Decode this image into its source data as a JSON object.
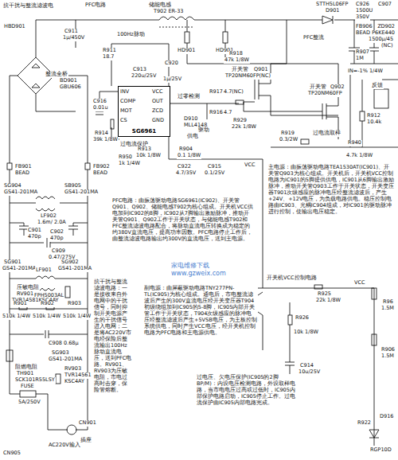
{
  "diagram": {
    "nodes": [
      {
        "text": [
          "SG6961"
        ]
      }
    ],
    "labels": [
      "抗干扰与整流滤波电",
      "PFC电路",
      "储能电感",
      "T902  ER-33",
      "STTH5L06FP",
      "D901",
      "C926",
      "1500U",
      "350V",
      "FB906",
      "BEAD",
      "C907",
      "1500μ/45",
      "ZD902",
      "P6KE440",
      "(NC)",
      "R907",
      "1M",
      "IN=-1%  1/4W",
      "C911",
      "1μ/450V",
      "HBD901",
      "100Hz脉动",
      "HD901",
      "HD901",
      "PFC整流",
      "整流全桥",
      "BD901",
      "GBU606",
      "R911",
      "18.7",
      "R918",
      "47k 1/8W",
      "开关管",
      "Q901",
      "TP20NM60FP(NC)",
      "C913",
      "220u/25V",
      "C920",
      "1μ/25V",
      "INV",
      "COMP",
      "MOT",
      "CS",
      "VCC",
      "OUT",
      "ZCD",
      "GND",
      "过零检测",
      "R917",
      "4.7(NC)",
      "R916",
      "4.7",
      "D910",
      "MLL4148",
      "开关管",
      "Q902",
      "TP20NM60FP",
      "C916",
      "0.01u",
      "驱动",
      "R929",
      "22k 1/8W",
      "R919",
      "0.3/2W",
      "过电流取样",
      "反馈",
      "R912",
      "10.4k",
      "R914",
      "39k 1/8W",
      "过电流保护",
      "供电",
      "R913",
      "10k 1/8W",
      "R950",
      "1k 1/4W",
      "R904",
      "0.1 1/8W",
      "C922",
      "4.7/35V",
      "C915",
      "0.1/25V",
      "VCC",
      "R940",
      "4.7k 1/8W",
      "FB901",
      "BEAD",
      "FB902",
      "BEAD",
      "SG904",
      "GS41-201MA",
      "SB905",
      "GS41-201MA",
      "LF902",
      "1.6m/ 2.0A",
      "C901",
      "470p",
      "C902",
      "470p",
      "C909",
      "0.47/275V",
      "SG901",
      "GS41-201MA",
      "SG902",
      "GS41-201MA",
      "LF901",
      "FPH5003AL",
      "压敏电阻",
      "RV901",
      "TVR14581KSC4AY",
      "R901",
      "R902",
      "R903",
      "510k 1/4W",
      "510k 1/4W",
      "510k 1/4W",
      "C908 0.68μ",
      "SG903",
      "GS41-201MA",
      "阻燃电阻",
      "TH901",
      "SCK101R55LSY",
      "RV903",
      "TVR14561",
      "KSC4AY",
      "FUSE",
      "5A/250V",
      "CN905",
      "AC220V输入",
      "CN901",
      "插座",
      "抗干扰与整流滤波电路：一是接收来自外电网中的干扰信号，同时抑制开关电源产生的干扰信号进入电网；二是将AC220V市电经保险后整流输出100Hz脉动直流电压，送到PFC电路。RV901、RV903为压敏电阻，市电过高时击穿，保险管熔断。",
      "PFC电路：由振荡驱动电路SG6961(IC902)、开关管Q901、Q902、储能电感T902为核心组成。开关机VCC供电加到IC902的8脚，IC902从7脚输出激励脉冲，推动开关管Q901、Q902工作于开关状态，与储能电感T902和PFC整流滤波电路配合，将脉动直流电压转换成为稳定的约380V直流电压，提高功率因数。PFC电路停止工作后，由整流滤波电路输出约300V的直流电压，送到主电源。",
      "主电源：由振荡驱动电路TEA1530AT(IC901)、开关管Q903为核心组成。开关机后，开关机VCC控制电路为IC901的5脚提供供电，IC901从6脚输出激励脉冲，推动开关管Q903工作于开关状态，开关变压器T901次级感应的脉冲电压经整流滤波后，产生+24V、+12V电压，为负载电路供电。稳压控制电路由IC903、光耦IC904组成，对IC901的驱动脉冲进行控制，使输出电压稳定。",
      "开关机VCC控制电路",
      "Q907",
      "MMBT2807AK",
      "R925",
      "22k 1/8W",
      "R926",
      "10k 1/8W",
      "C914",
      "10u/25V",
      "VCC",
      "副电源：由屏蔽驱动电路TNY277PN-TL(IC905)为核心组成。通电后，市电整流滤波后产生的300V直流电压经开关变压器T904初级绕组加到IC905的5-8脚，IC905内部开关管工作于开关状态，T904次级感应的脉冲电压经整流滤波后产生+5VSB电压，为主板控制系统供电，同时产生VCC电压，经开关机控制电路为PFC电路和主电源供电。",
      "过电压、欠电压保护(IC905的2脚BP/M)：内设电压检测电路，外设取样电路，当市电电压过高或过低时，IC905内部保护电路启动，IC905停止工作。过电流保护由IC905内部电路完成。",
      "R96",
      "1.5M",
      "R906",
      "1.5M",
      "R922",
      "D916",
      "RGP10D",
      "家电维修下载",
      "www.gzweix.com"
    ]
  }
}
